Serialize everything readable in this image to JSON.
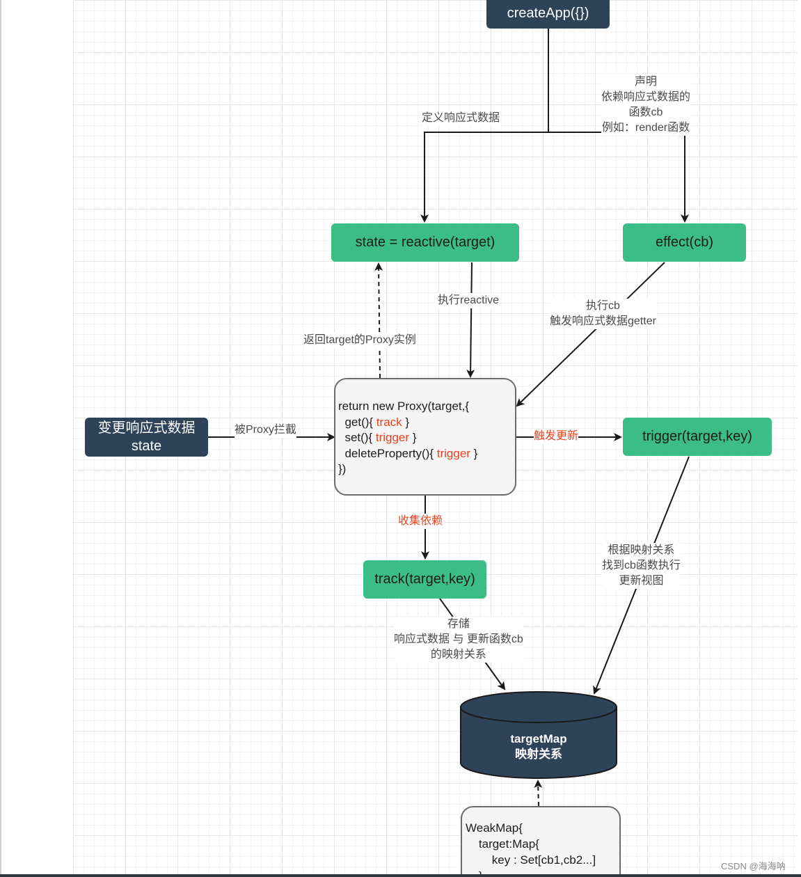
{
  "nodes": {
    "create_app": "createApp({})",
    "reactive_state": "state = reactive(target)",
    "effect": "effect(cb)",
    "mutate_state": [
      "变更响应式数据",
      "state"
    ],
    "trigger": "trigger(target,key)",
    "track": "track(target,key)",
    "target_map": [
      "targetMap",
      "映射关系"
    ]
  },
  "proxy_code": {
    "line1": "return new Proxy(target,{",
    "get_prefix": "  get(){ ",
    "get_kw": "track",
    "get_suffix": " }",
    "set_prefix": "  set(){ ",
    "set_kw": "trigger",
    "set_suffix": " }",
    "del_prefix": "  deleteProperty(){ ",
    "del_kw": "trigger",
    "del_suffix": " }",
    "close": "})"
  },
  "weakmap_code": {
    "line1": "WeakMap{",
    "line2": "    target:Map{",
    "line3": "        key : Set[cb1,cb2...]",
    "line4": "    }"
  },
  "edge_labels": {
    "define_reactive": "定义响应式数据",
    "declare_effect": [
      "声明",
      "依赖响应式数据的",
      "函数cb",
      "例如：render函数"
    ],
    "exec_reactive": "执行reactive",
    "return_proxy": "返回target的Proxy实例",
    "exec_cb": [
      "执行cb",
      "触发响应式数据getter"
    ],
    "proxy_intercept": "被Proxy拦截",
    "trigger_update": "触发更新",
    "collect_deps": "收集依赖",
    "lookup_cb": [
      "根据映射关系",
      "找到cb函数执行",
      "更新视图"
    ],
    "store_mapping": [
      "存储",
      "响应式数据 与 更新函数cb",
      "的映射关系"
    ]
  },
  "watermark": "CSDN @海海呐",
  "colors": {
    "green_node": "#3dbd86",
    "dark_node": "#2f4358",
    "highlight_red": "#e8431e",
    "edge": "#1a1a1a"
  }
}
